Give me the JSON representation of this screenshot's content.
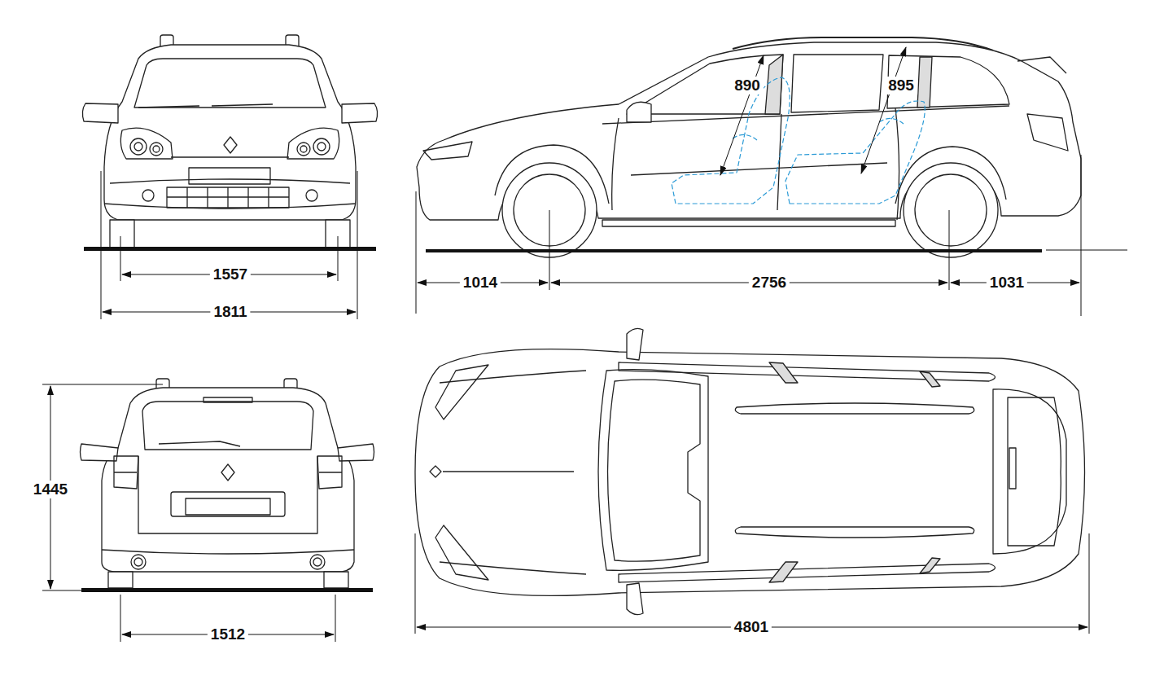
{
  "diagram": {
    "labels": [
      "1557",
      "1811",
      "890",
      "895",
      "1014",
      "2756",
      "1031",
      "1445",
      "1512",
      "4801"
    ]
  }
}
